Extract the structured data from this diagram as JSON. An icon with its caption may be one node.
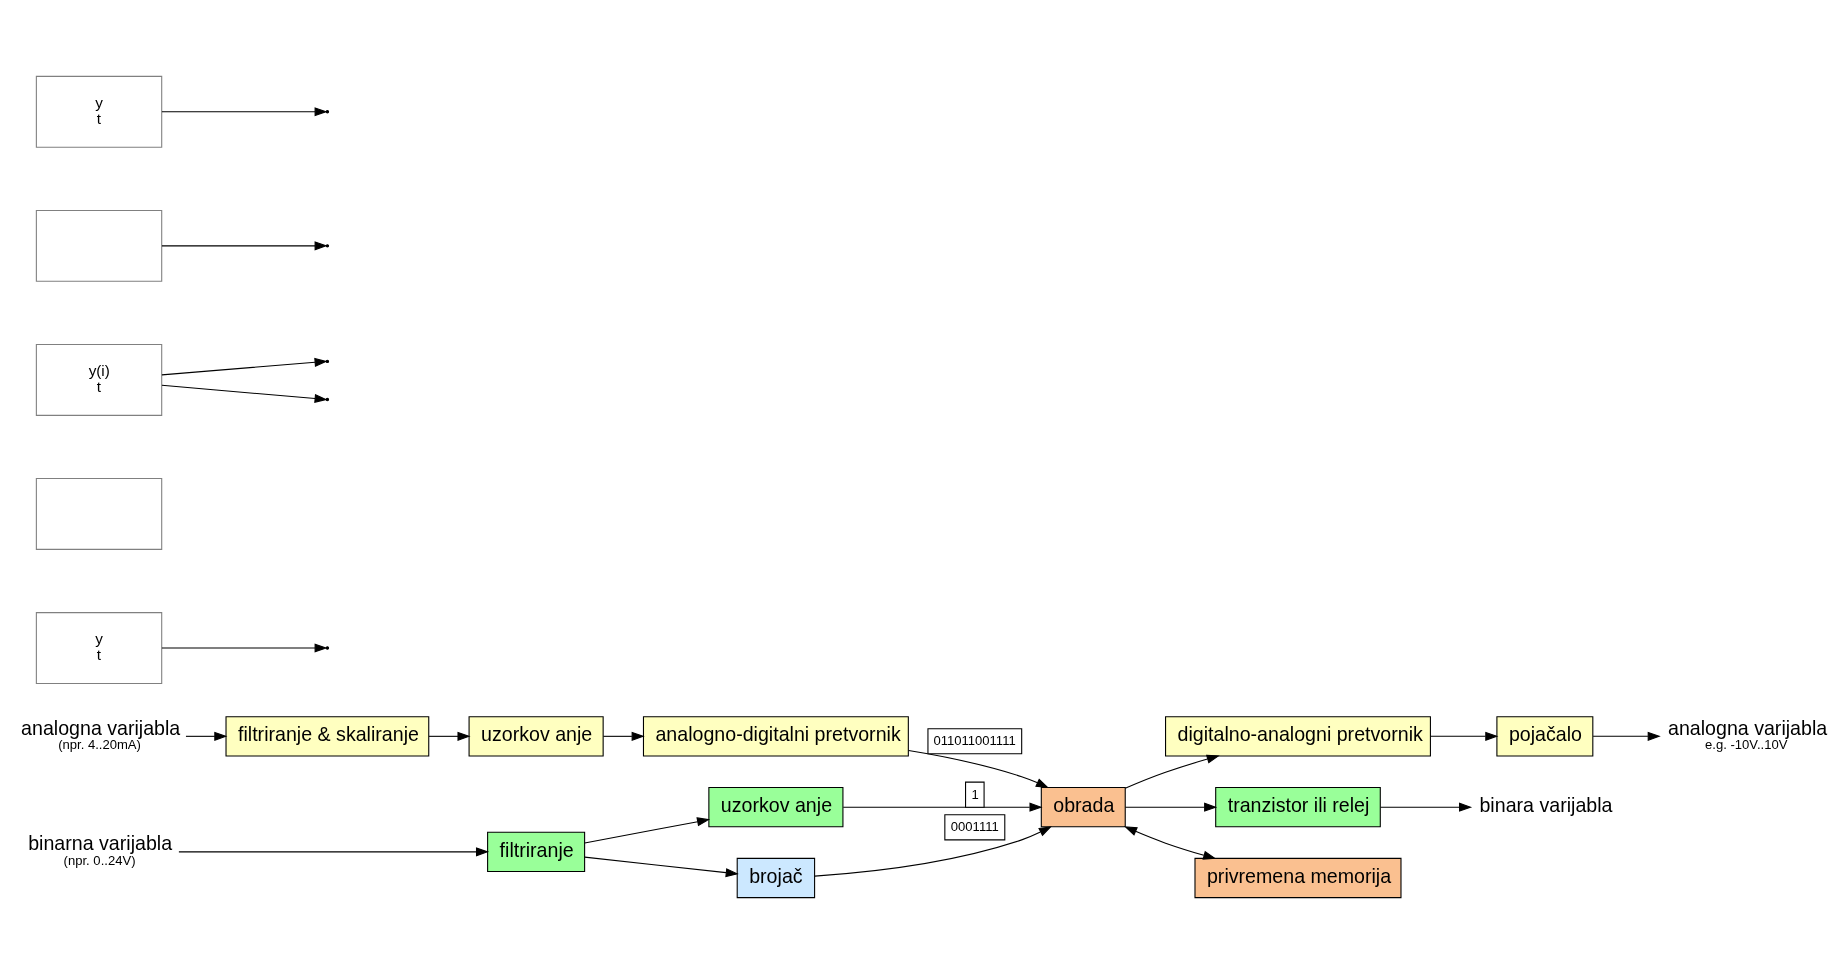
{
  "diagram": {
    "nodes": [
      {
        "text": [
          "analogna varijabla"
        ],
        "beside": [
          "(npr. 4..20mA)"
        ]
      },
      {
        "text": [
          "filtriranje & skaliranje"
        ]
      },
      {
        "text": [
          "uzorkov anje"
        ]
      },
      {
        "text": [
          "analogno-digitalni pretvornik"
        ]
      },
      {
        "text": [
          "obrada"
        ]
      },
      {
        "text": [
          "digitalno-analogni pretvornik"
        ]
      },
      {
        "text": [
          "pojačalo"
        ]
      },
      {
        "text": [
          "analogna varijabla"
        ],
        "beside": [
          "e.g. -10V..10V"
        ]
      },
      {
        "text": [
          "binarna varijabla"
        ],
        "beside": [
          "(npr. 0..24V)"
        ]
      },
      {
        "text": [
          "filtriranje"
        ]
      },
      {
        "text": [
          "uzorkov anje"
        ]
      },
      {
        "text": [
          "brojač"
        ]
      },
      {
        "text": [
          "tranzistor ili relej"
        ]
      },
      {
        "text": [
          "binara varijabla"
        ]
      },
      {
        "text": [
          "privremena memorija"
        ]
      },
      {
        "text": [
          "y",
          "t"
        ]
      },
      {
        "text": [],
        "shape": "box"
      },
      {
        "text": [
          "y(i)",
          "t"
        ]
      },
      {
        "text": [],
        "shape": "box"
      },
      {
        "text": [
          "y",
          "t"
        ]
      }
    ],
    "edges": [
      {
        "from": 0,
        "to": 1,
        "arrow": "to"
      },
      {
        "from": 1,
        "to": 2,
        "arrow": "to"
      },
      {
        "from": 2,
        "to": 3,
        "arrow": "to"
      },
      {
        "from": 3,
        "to": 4,
        "arrow": "to",
        "label": "011011001111"
      },
      {
        "from": 4,
        "to": 5,
        "arrow": "to"
      },
      {
        "from": 5,
        "to": 6,
        "arrow": "to"
      },
      {
        "from": 6,
        "to": 7,
        "arrow": "to"
      },
      {
        "from": 8,
        "to": 9,
        "arrow": "to"
      },
      {
        "from": 9,
        "to": 10,
        "arrow": "to"
      },
      {
        "from": 9,
        "to": 11,
        "arrow": "to"
      },
      {
        "from": 10,
        "to": 4,
        "arrow": "to",
        "label": "1"
      },
      {
        "from": 11,
        "to": 4,
        "arrow": "to",
        "label": "0001111"
      },
      {
        "from": 4,
        "to": 12,
        "arrow": "to"
      },
      {
        "from": 12,
        "to": 13,
        "arrow": "to"
      },
      {
        "from": 4,
        "to": 14,
        "arrow": "both"
      },
      {
        "from": 15,
        "to": null,
        "arrow": "to"
      },
      {
        "from": 16,
        "to": null,
        "arrow": "to"
      },
      {
        "from": 17,
        "to": null,
        "arrow": "to"
      },
      {
        "from": 17,
        "to": null,
        "arrow": "to"
      },
      {
        "from": 19,
        "to": null,
        "arrow": "to"
      }
    ]
  }
}
